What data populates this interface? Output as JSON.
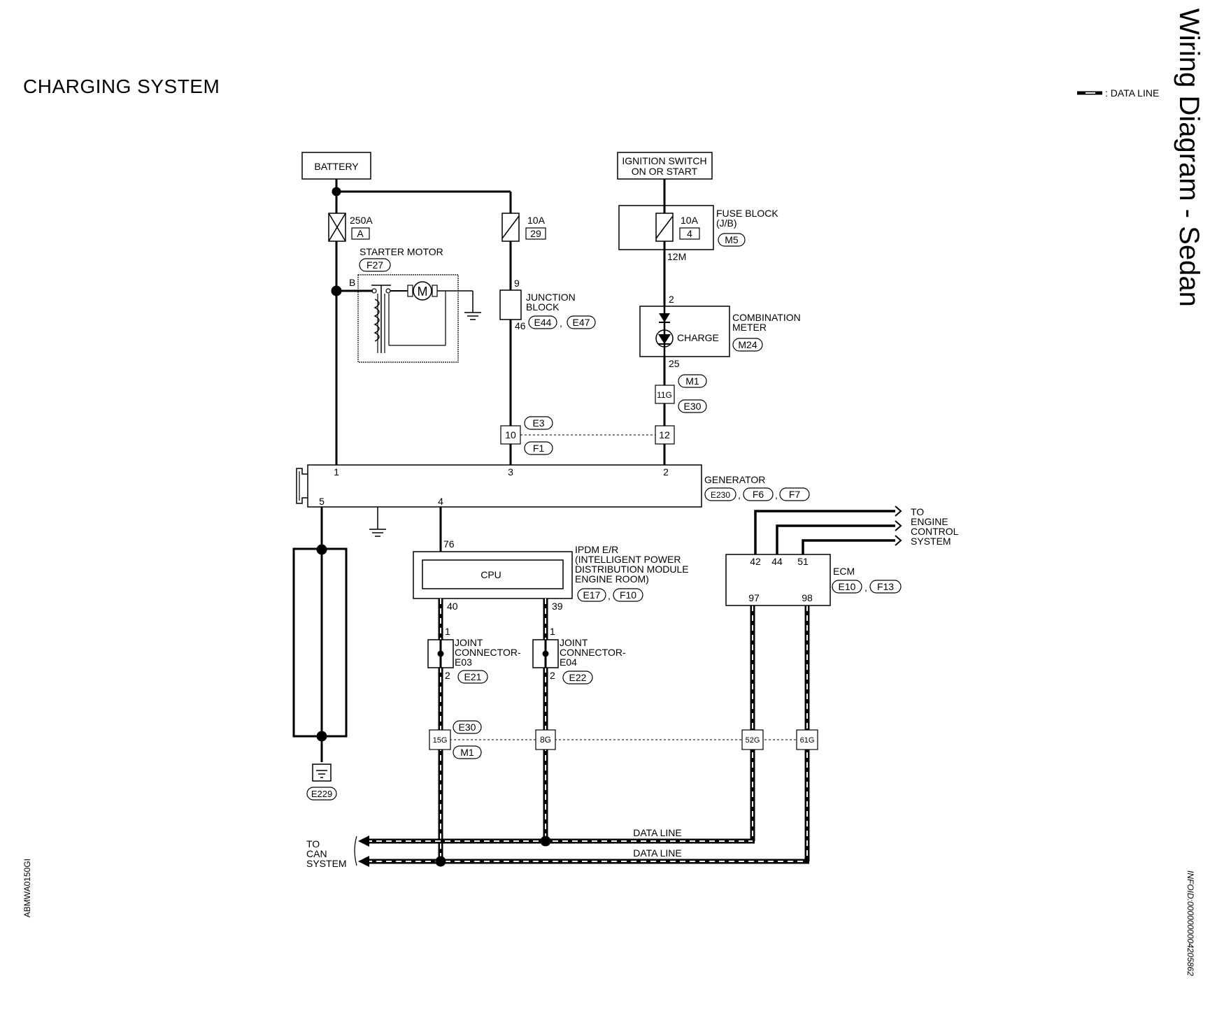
{
  "page_title": "CHARGING SYSTEM",
  "side_title": "Wiring Diagram - Sedan",
  "left_code": "ABMWA0150GI",
  "right_code": "INFOID:0000000004205862",
  "legend": {
    "label": ": DATA LINE"
  },
  "battery": {
    "label": "BATTERY"
  },
  "ignition": {
    "line1": "IGNITION SWITCH",
    "line2": "ON OR START"
  },
  "fuse_250": {
    "rating": "250A",
    "id": "A"
  },
  "fuse_10_29": {
    "rating": "10A",
    "id": "29"
  },
  "fuse_block": {
    "rating": "10A",
    "id": "4",
    "title": "FUSE BLOCK",
    "sub": "(J/B)",
    "conn": "M5",
    "pin": "12M"
  },
  "starter": {
    "label": "STARTER MOTOR",
    "conn": "F27",
    "terminal": "B",
    "motor": "M"
  },
  "junction_block": {
    "line1": "JUNCTION",
    "line2": "BLOCK",
    "pin_top": "9",
    "pin_bottom": "46",
    "conn1": "E44",
    "conn2": "E47"
  },
  "combination_meter": {
    "line1": "COMBINATION",
    "line2": "METER",
    "lamp": "CHARGE",
    "conn": "M24",
    "pin_top": "2",
    "pin_bottom": "25"
  },
  "conn_11g": {
    "pin": "11G",
    "conn1": "M1",
    "conn2": "E30"
  },
  "conn_e3": {
    "pin_left": "10",
    "pin_right": "12",
    "conn1": "E3",
    "conn2": "F1"
  },
  "generator": {
    "label": "GENERATOR",
    "conn1": "E230",
    "conn2": "F6",
    "conn3": "F7",
    "pin1": "1",
    "pin3": "3",
    "pin2": "2",
    "pin5": "5",
    "pin4": "4"
  },
  "ipdm": {
    "line1": "IPDM E/R",
    "line2": "(INTELLIGENT POWER",
    "line3": "DISTRIBUTION MODULE",
    "line4": "ENGINE ROOM)",
    "cpu": "CPU",
    "conn1": "E17",
    "conn2": "F10",
    "pin76": "76",
    "pin40": "40",
    "pin39": "39"
  },
  "joint1": {
    "line1": "JOINT",
    "line2": "CONNECTOR-",
    "line3": "E03",
    "conn": "E21",
    "pin_top": "1",
    "pin_bottom": "2"
  },
  "joint2": {
    "line1": "JOINT",
    "line2": "CONNECTOR-",
    "line3": "E04",
    "conn": "E22",
    "pin_top": "1",
    "pin_bottom": "2"
  },
  "inline_e30": {
    "conn1": "E30",
    "conn2": "M1",
    "pin_a": "15G",
    "pin_b": "8G",
    "pin_c": "52G",
    "pin_d": "61G"
  },
  "ecm": {
    "label": "ECM",
    "conn1": "E10",
    "conn2": "F13",
    "pin42": "42",
    "pin44": "44",
    "pin51": "51",
    "pin97": "97",
    "pin98": "98"
  },
  "engine_control": {
    "line1": "TO",
    "line2": "ENGINE",
    "line3": "CONTROL",
    "line4": "SYSTEM"
  },
  "can_system": {
    "line1": "TO",
    "line2": "CAN",
    "line3": "SYSTEM"
  },
  "data_line_1": "DATA LINE",
  "data_line_2": "DATA LINE",
  "ground_conn": "E229"
}
